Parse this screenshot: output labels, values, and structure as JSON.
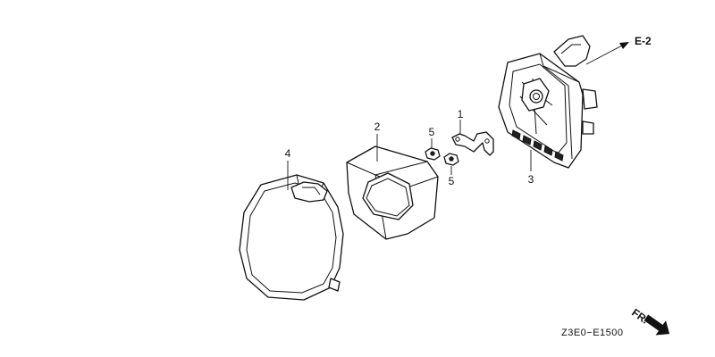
{
  "callouts": {
    "part1": "1",
    "part2": "2",
    "part3": "3",
    "part4": "4",
    "part5a": "5",
    "part5b": "5"
  },
  "reference": {
    "arrow_label": "E-2"
  },
  "front_marker": {
    "label": "FR."
  },
  "diagram_code": "Z3E0−E1500"
}
